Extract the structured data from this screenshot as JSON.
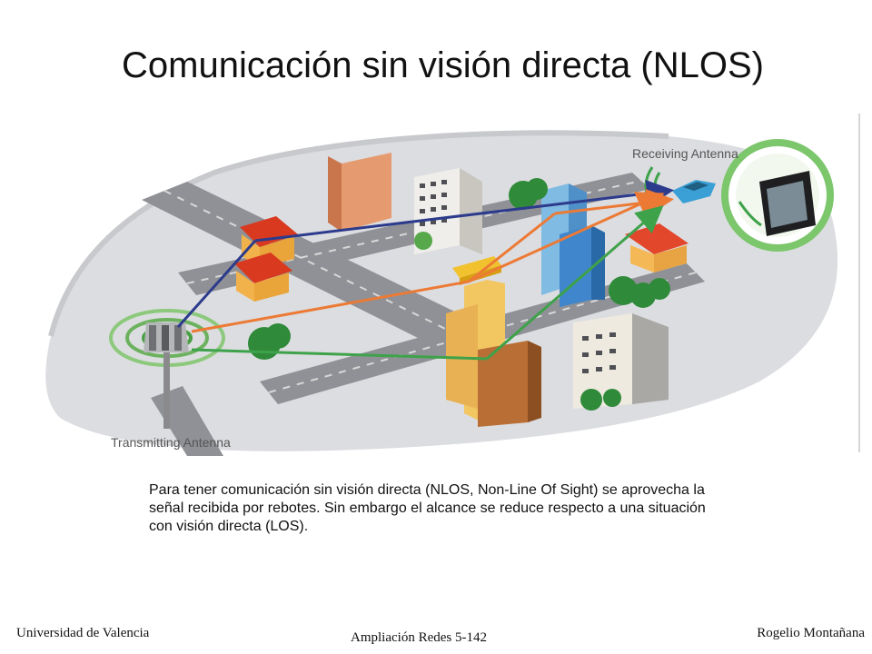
{
  "slide": {
    "title": "Comunicación sin visión directa (NLOS)",
    "caption": "Para tener comunicación sin visión directa (NLOS, Non-Line Of Sight) se aprovecha la señal recibida por rebotes. Sin embargo el alcance se reduce respecto a una situación con visión directa (LOS)."
  },
  "illustration": {
    "receiving_label": "Receiving Antenna",
    "transmitting_label": "Transmitting Antenna",
    "colors": {
      "direct_path": "#2c3b8c",
      "reflected_path": "#ec7a35",
      "green_path": "#3ea24a",
      "ground": "#dcdde0",
      "road": "#8f9196"
    }
  },
  "footer": {
    "left": "Universidad de Valencia",
    "center": "Ampliación Redes 5-142",
    "right": "Rogelio Montañana"
  }
}
